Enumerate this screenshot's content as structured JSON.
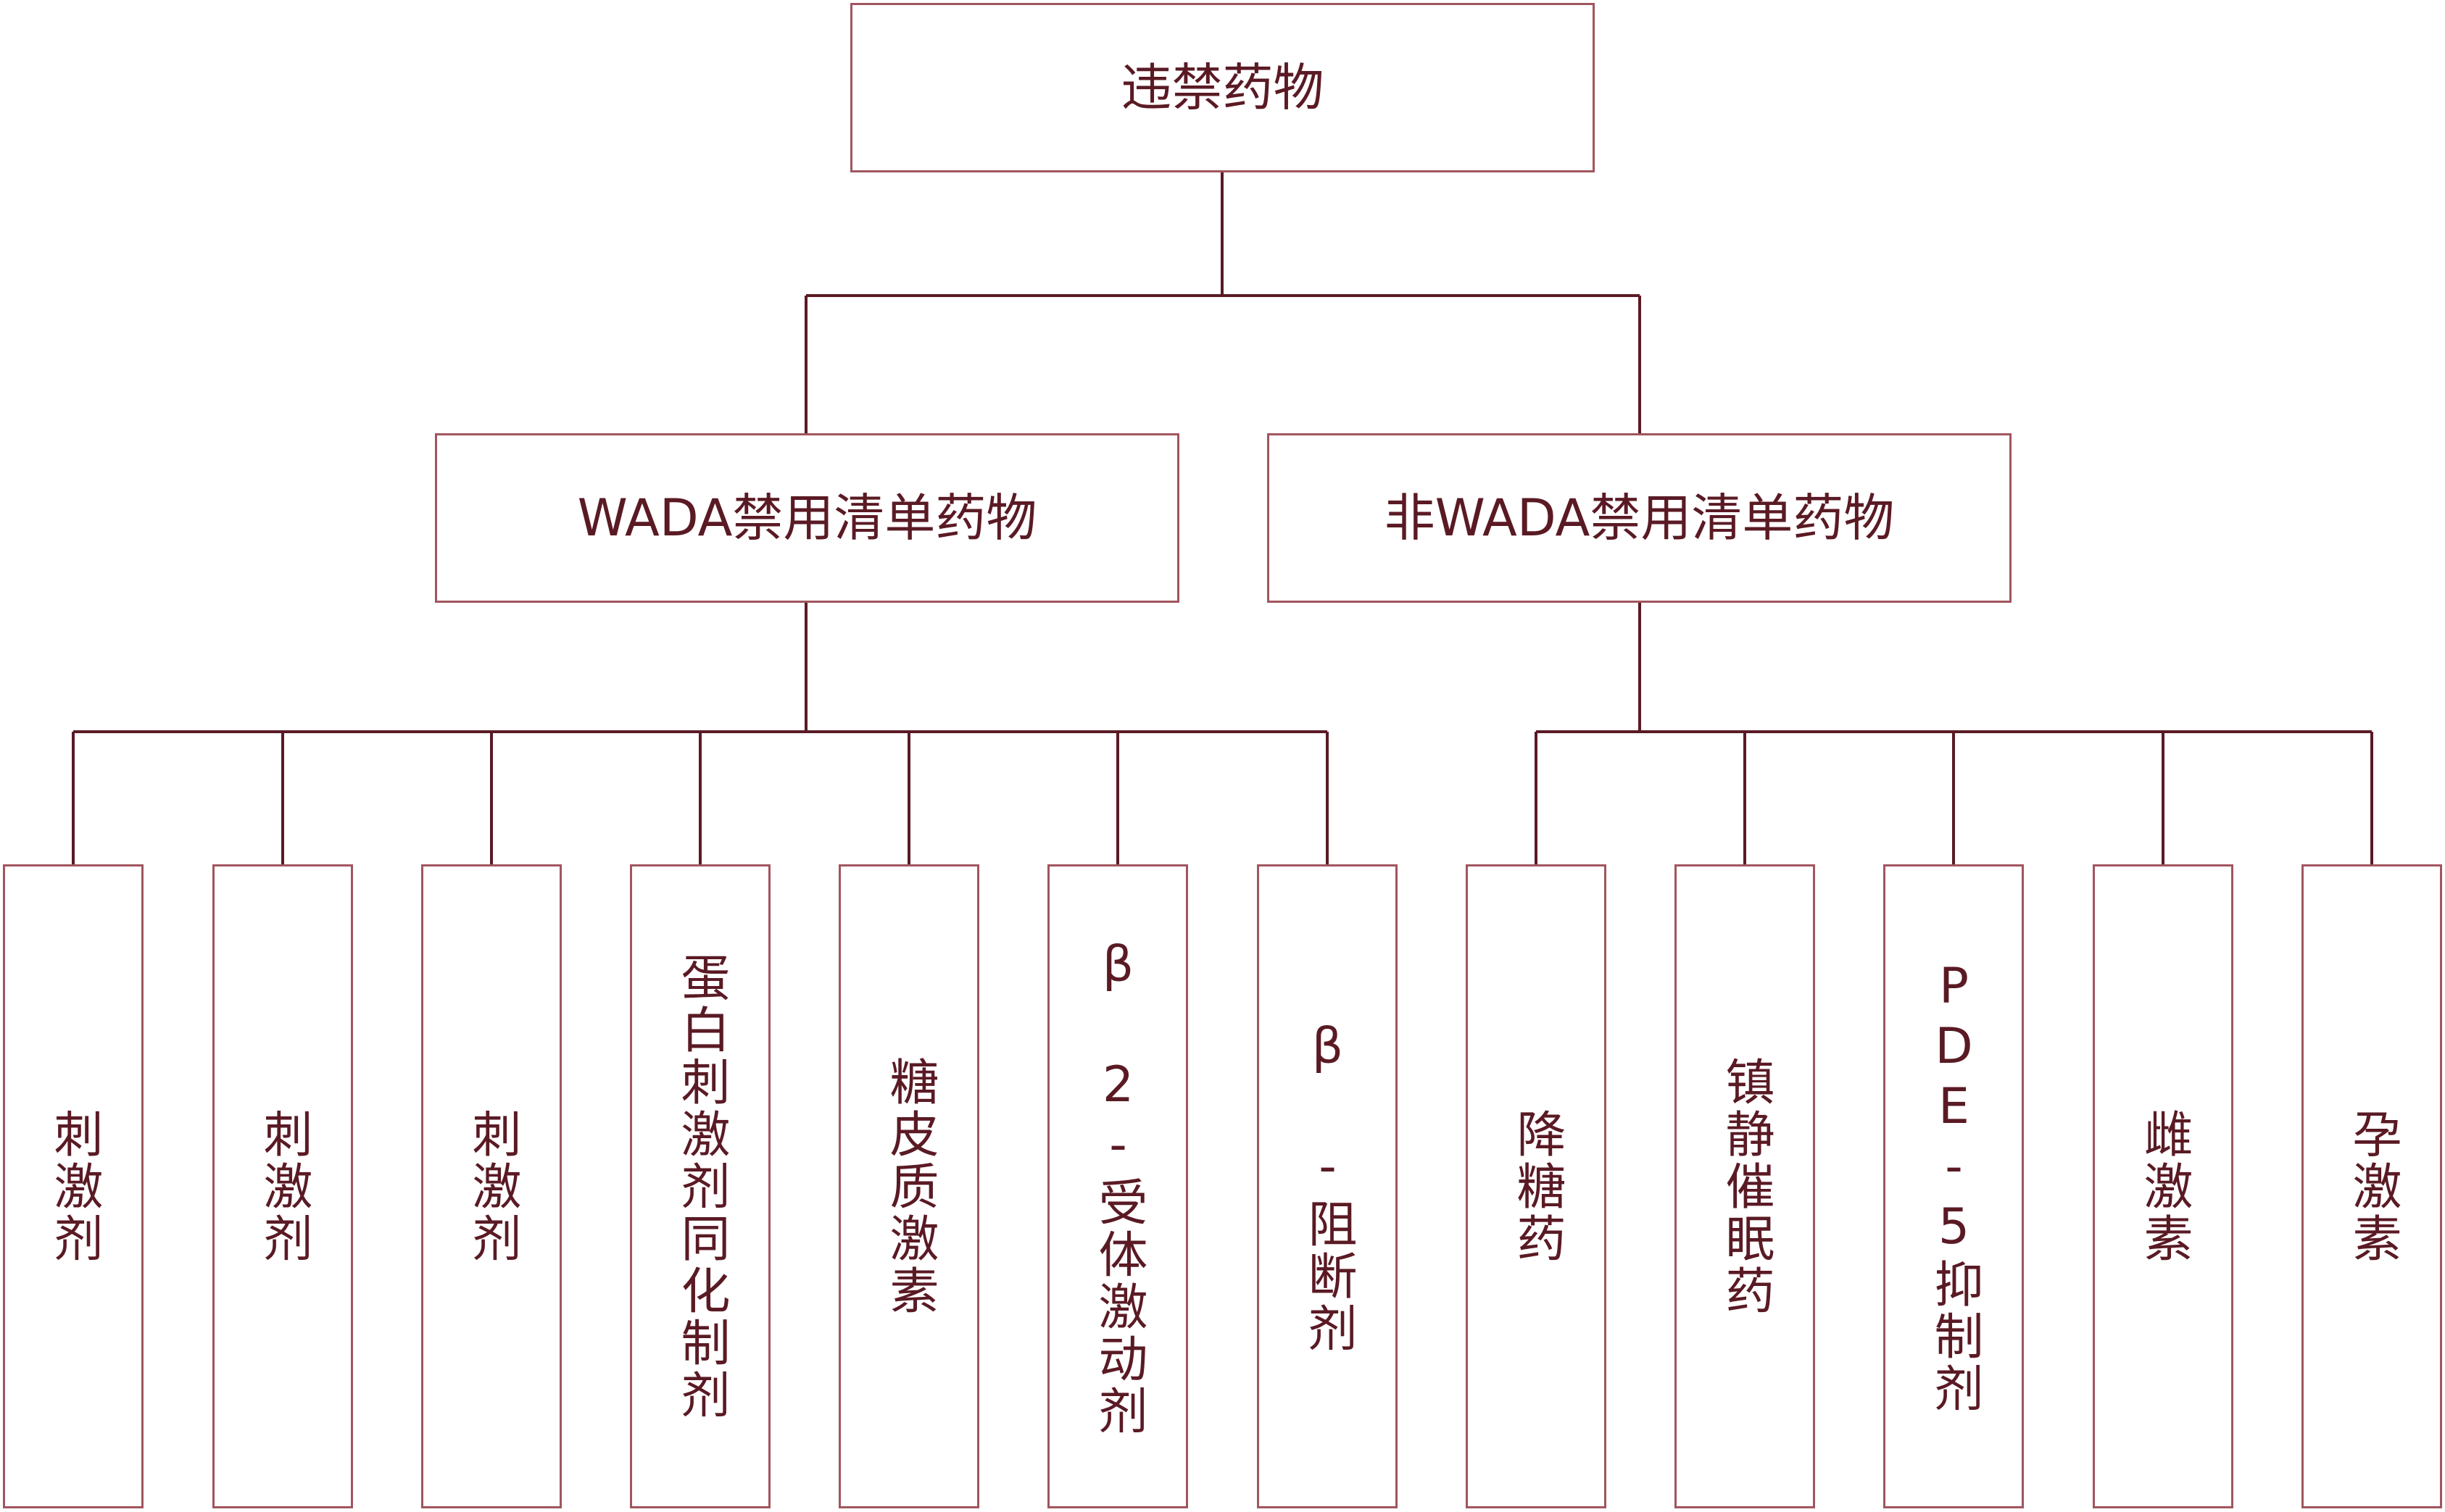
{
  "colors": {
    "line": "#5a1a24",
    "box_border": "#a1555e",
    "text": "#5a1a24"
  },
  "root": {
    "label": "违禁药物"
  },
  "categories": [
    {
      "label": "WADA禁用清单药物",
      "children": [
        "刺激剂",
        "刺激剂",
        "刺激剂",
        "蛋白刺激剂同化制剂",
        "糖皮质激素",
        "β 2-受体激动剂",
        "β -阻断剂"
      ]
    },
    {
      "label": "非WADA禁用清单药物",
      "children": [
        "降糖药",
        "镇静催眠药",
        "PDE-5抑制剂",
        "雌激素",
        "孕激素"
      ]
    }
  ]
}
